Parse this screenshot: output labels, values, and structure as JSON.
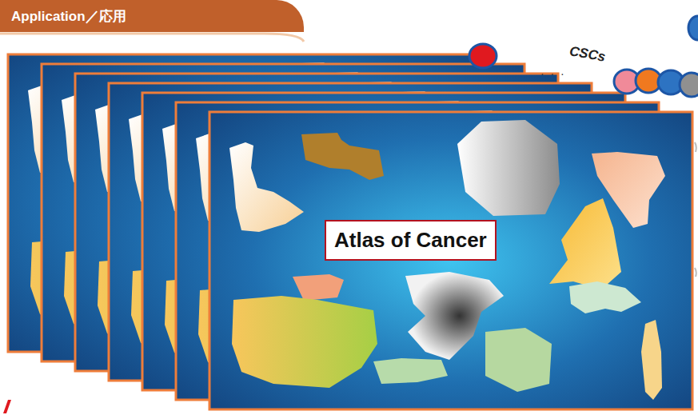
{
  "diagram": {
    "nodes": [
      {
        "text": [
          "Application／応用"
        ]
      },
      {
        "text": [
          "Atlas of Cancer"
        ]
      }
    ],
    "labels": [
      "· · ·",
      "CSCs"
    ]
  }
}
